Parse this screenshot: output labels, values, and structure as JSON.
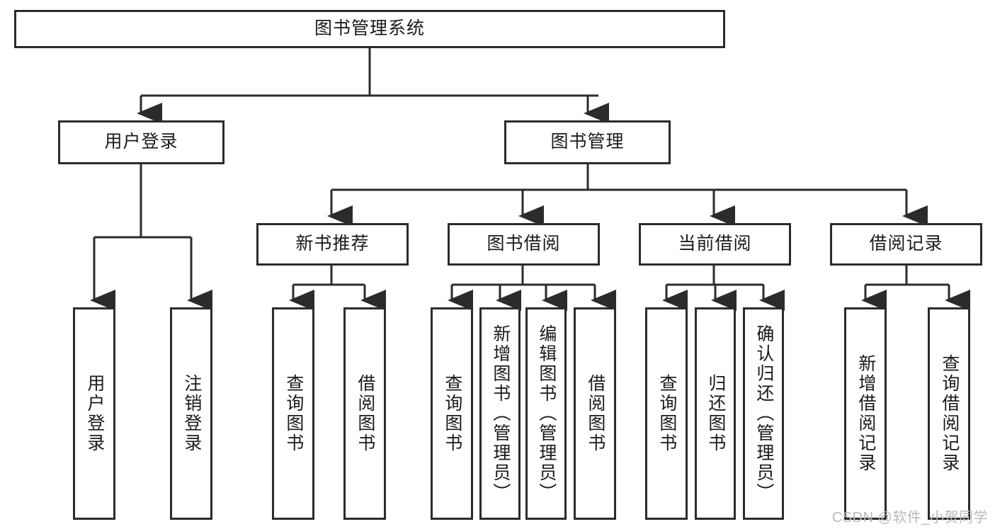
{
  "diagram": {
    "title": "图书管理系统",
    "type": "tree-hierarchy-diagram",
    "colors": {
      "box_border": "#2b2b2b",
      "box_fill": "#ffffff",
      "connector": "#2b2b2b",
      "text": "#1a1a1a",
      "watermark": "#b9b9b9",
      "background": "#ffffff"
    },
    "root": {
      "label": "图书管理系统"
    },
    "level1": [
      {
        "label": "用户登录"
      },
      {
        "label": "图书管理"
      }
    ],
    "level2": [
      {
        "label": "新书推荐"
      },
      {
        "label": "图书借阅"
      },
      {
        "label": "当前借阅"
      },
      {
        "label": "借阅记录"
      }
    ],
    "leaves": {
      "user_login": [
        {
          "label": "用户登录"
        },
        {
          "label": "注销登录"
        }
      ],
      "new_book_recommend": [
        {
          "label": "查询图书"
        },
        {
          "label": "借阅图书"
        }
      ],
      "book_borrow": [
        {
          "label": "查询图书"
        },
        {
          "label": "新增图书（管理员）"
        },
        {
          "label": "编辑图书（管理员）"
        },
        {
          "label": "借阅图书"
        }
      ],
      "current_borrow": [
        {
          "label": "查询图书"
        },
        {
          "label": "归还图书"
        },
        {
          "label": "确认归还（管理员）"
        }
      ],
      "borrow_record": [
        {
          "label": "新增借阅记录"
        },
        {
          "label": "查询借阅记录"
        }
      ]
    }
  },
  "watermark": {
    "text": "CSDN @软件_小贺同学"
  }
}
